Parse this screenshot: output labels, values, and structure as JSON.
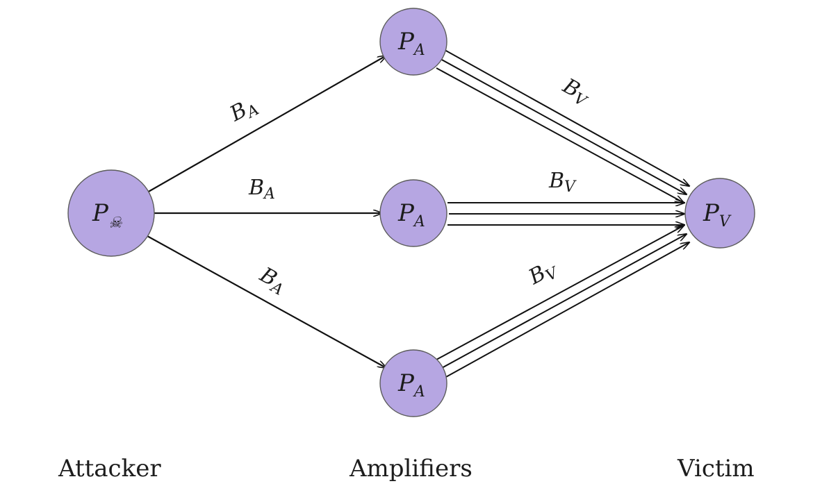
{
  "nodes": {
    "attacker": {
      "main": "P",
      "sub": "☠",
      "icon": "skull-crossbones-icon"
    },
    "amplifier_top": {
      "main": "P",
      "sub": "A"
    },
    "amplifier_middle": {
      "main": "P",
      "sub": "A"
    },
    "amplifier_bottom": {
      "main": "P",
      "sub": "A"
    },
    "victim": {
      "main": "P",
      "sub": "V"
    }
  },
  "edges": {
    "attack_top": {
      "main": "B",
      "sub": "A"
    },
    "attack_middle": {
      "main": "B",
      "sub": "A"
    },
    "attack_bottom": {
      "main": "B",
      "sub": "A"
    },
    "amp_top": {
      "main": "B",
      "sub": "V"
    },
    "amp_middle": {
      "main": "B",
      "sub": "V"
    },
    "amp_bottom": {
      "main": "B",
      "sub": "V"
    }
  },
  "roles": {
    "attacker": "Attacker",
    "amplifiers": "Amplifiers",
    "victim": "Victim"
  },
  "colors": {
    "node_fill": "#b6a6e2",
    "node_stroke": "#5c5c5c",
    "edge": "#111111"
  }
}
